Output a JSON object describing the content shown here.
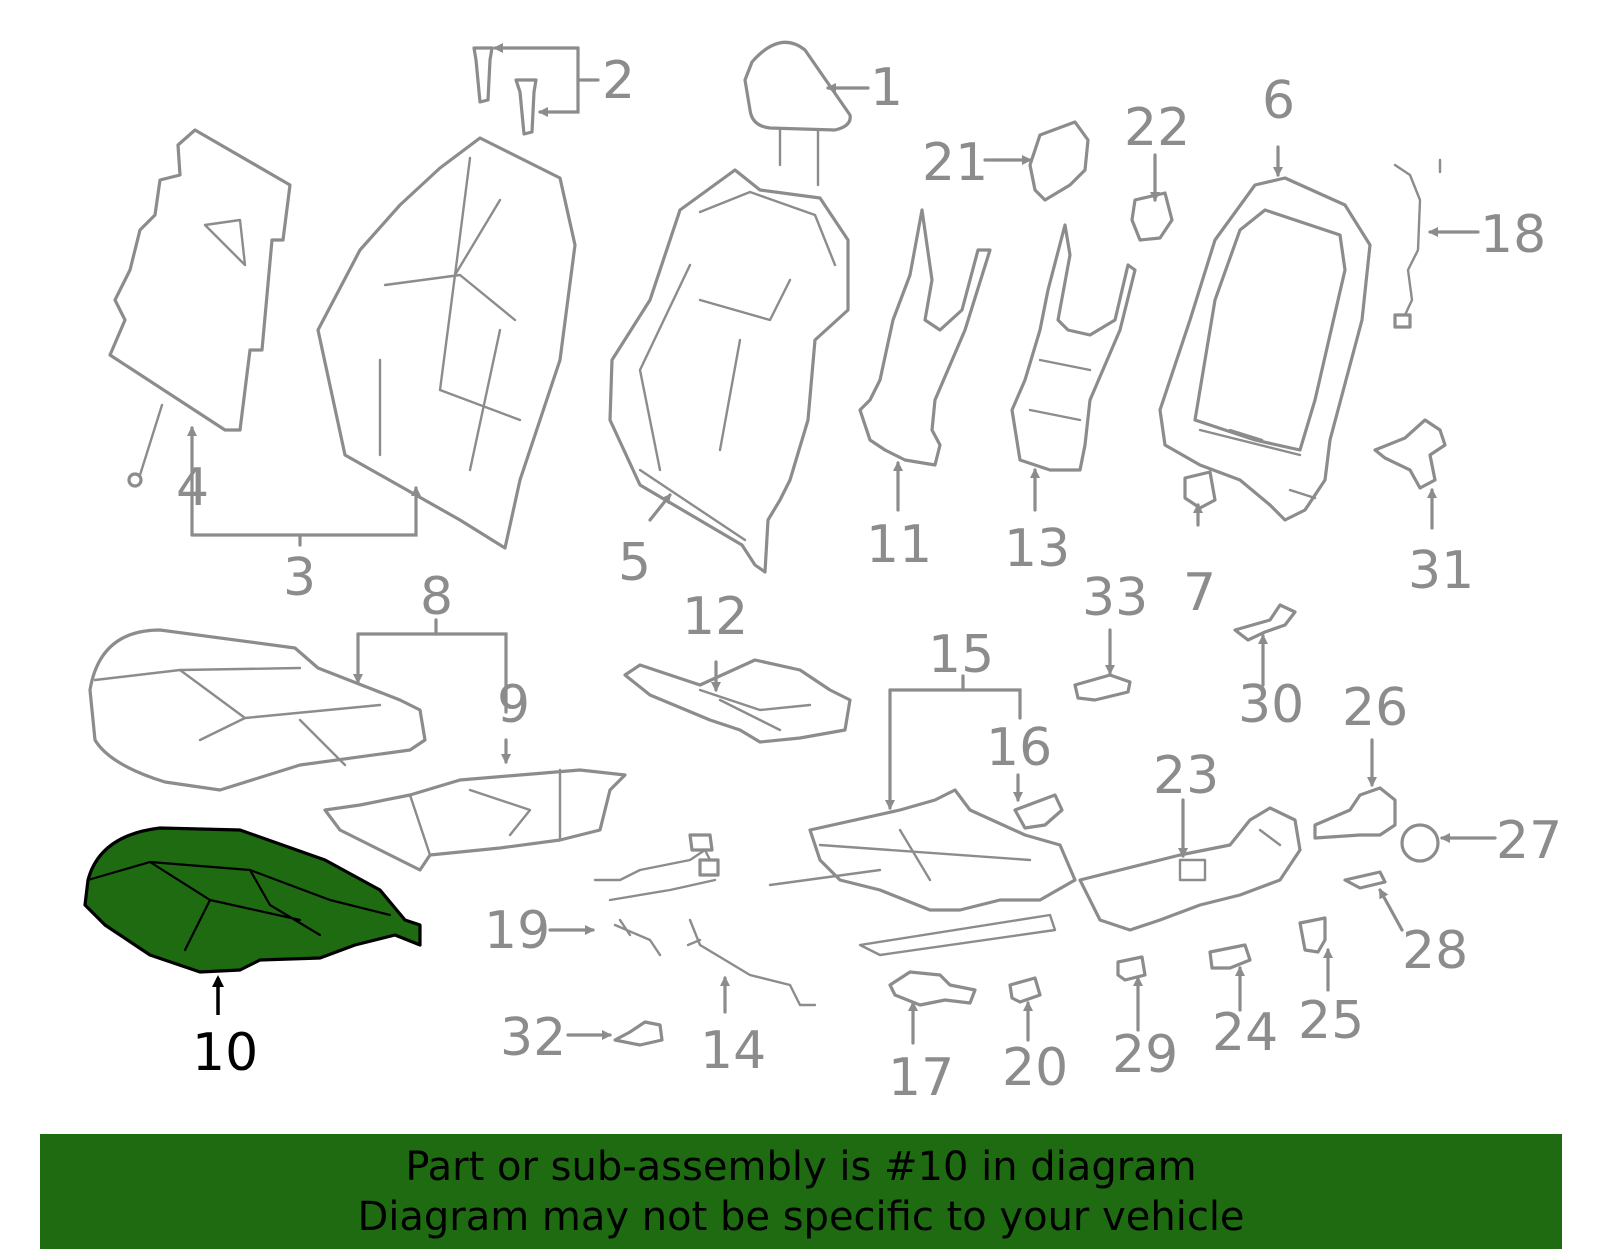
{
  "diagram": {
    "highlight_color": "#1e6b12",
    "highlighted_part": "10",
    "callouts": {
      "c1": "1",
      "c2": "2",
      "c3": "3",
      "c4": "4",
      "c5": "5",
      "c6": "6",
      "c7": "7",
      "c8": "8",
      "c9": "9",
      "c10": "10",
      "c11": "11",
      "c12": "12",
      "c13": "13",
      "c14": "14",
      "c15": "15",
      "c16": "16",
      "c17": "17",
      "c18": "18",
      "c19": "19",
      "c20": "20",
      "c21": "21",
      "c22": "22",
      "c23": "23",
      "c24": "24",
      "c25": "25",
      "c26": "26",
      "c27": "27",
      "c28": "28",
      "c29": "29",
      "c30": "30",
      "c31": "31",
      "c32": "32",
      "c33": "33"
    }
  },
  "banner": {
    "line1": "Part or sub-assembly is #10 in diagram",
    "line2": "Diagram may not be specific to your vehicle"
  }
}
